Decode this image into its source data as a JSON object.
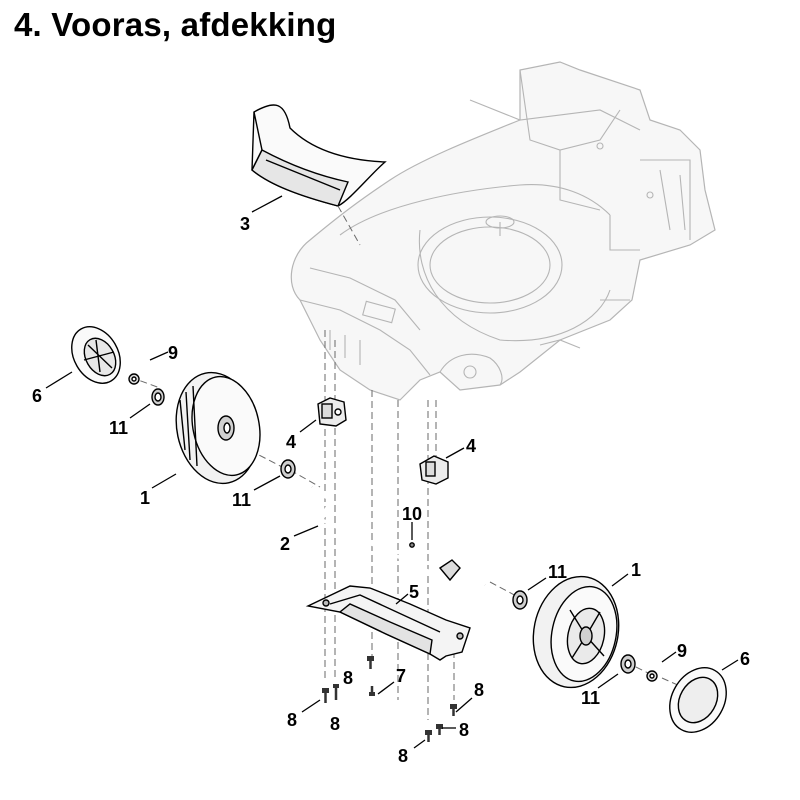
{
  "title": "4. Vooras, afdekking",
  "callouts": [
    {
      "id": "label-1-left",
      "text": "1"
    },
    {
      "id": "label-1-right",
      "text": "1"
    },
    {
      "id": "label-2",
      "text": "2"
    },
    {
      "id": "label-3",
      "text": "3"
    },
    {
      "id": "label-4-left",
      "text": "4"
    },
    {
      "id": "label-4-right",
      "text": "4"
    },
    {
      "id": "label-5",
      "text": "5"
    },
    {
      "id": "label-6-left",
      "text": "6"
    },
    {
      "id": "label-6-right",
      "text": "6"
    },
    {
      "id": "label-7",
      "text": "7"
    },
    {
      "id": "label-8-a",
      "text": "8"
    },
    {
      "id": "label-8-b",
      "text": "8"
    },
    {
      "id": "label-8-c",
      "text": "8"
    },
    {
      "id": "label-8-d",
      "text": "8"
    },
    {
      "id": "label-8-e",
      "text": "8"
    },
    {
      "id": "label-8-f",
      "text": "8"
    },
    {
      "id": "label-9-left",
      "text": "9"
    },
    {
      "id": "label-9-right",
      "text": "9"
    },
    {
      "id": "label-10",
      "text": "10"
    },
    {
      "id": "label-11-a",
      "text": "11"
    },
    {
      "id": "label-11-b",
      "text": "11"
    },
    {
      "id": "label-11-c",
      "text": "11"
    },
    {
      "id": "label-11-d",
      "text": "11"
    }
  ]
}
